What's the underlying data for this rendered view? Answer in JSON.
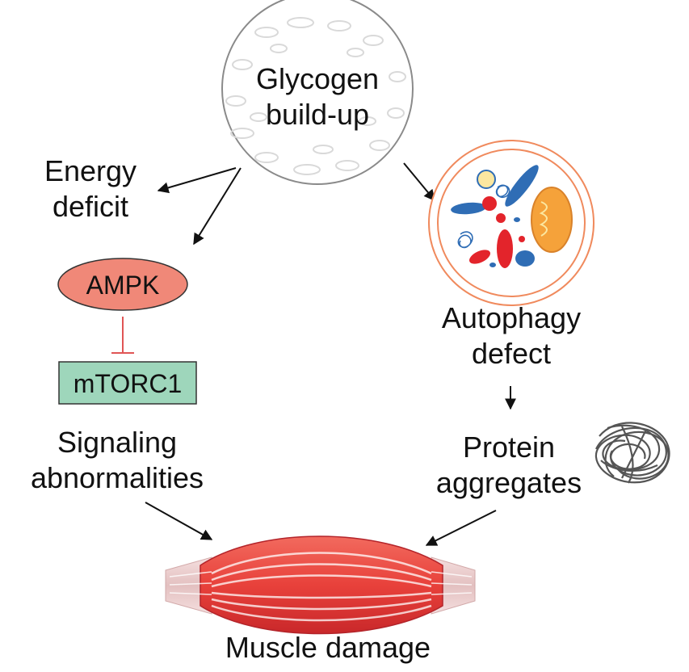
{
  "diagram": {
    "glycogen": {
      "line1": "Glycogen",
      "line2": "build-up"
    },
    "energy_deficit": {
      "line1": "Energy",
      "line2": "deficit"
    },
    "ampk": {
      "label": "AMPK"
    },
    "mtorc1": {
      "label": "mTORC1"
    },
    "signaling": {
      "line1": "Signaling",
      "line2": "abnormalities"
    },
    "autophagy": {
      "line1": "Autophagy",
      "line2": "defect"
    },
    "protein": {
      "line1": "Protein",
      "line2": "aggregates"
    },
    "muscle": {
      "label": "Muscle damage"
    }
  },
  "colors": {
    "ampk_fill": "#f08878",
    "mtorc1_fill": "#9ed6bb",
    "inhibition_line": "#e05555",
    "muscle_red": "#e8413b",
    "vesicle_ring": "#f08a5d",
    "mitochondrion": "#f5a23a",
    "organelle_blue": "#2f6db5",
    "organelle_red": "#e3242b"
  }
}
